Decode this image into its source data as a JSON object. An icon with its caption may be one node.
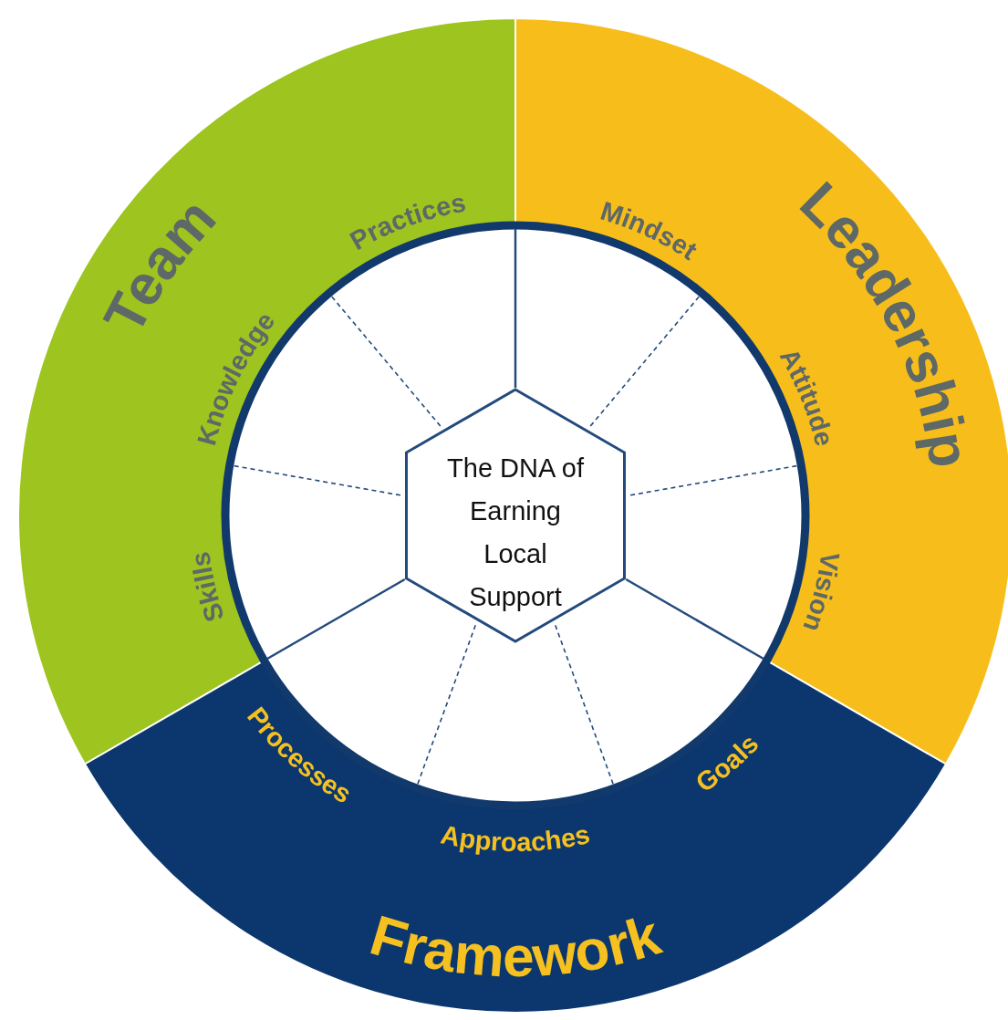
{
  "diagram": {
    "nodes": [
      {
        "text": [
          "Team",
          "Practices",
          "Knowledge",
          "Skills"
        ]
      },
      {
        "text": [
          "Leadership",
          "Mindset",
          "Attitude",
          "Vision"
        ]
      },
      {
        "text": [
          "Framework",
          "Processes",
          "Approaches",
          "Goals"
        ]
      },
      {
        "text": [
          "The DNA of Earning Local Support"
        ]
      }
    ],
    "edges": []
  }
}
